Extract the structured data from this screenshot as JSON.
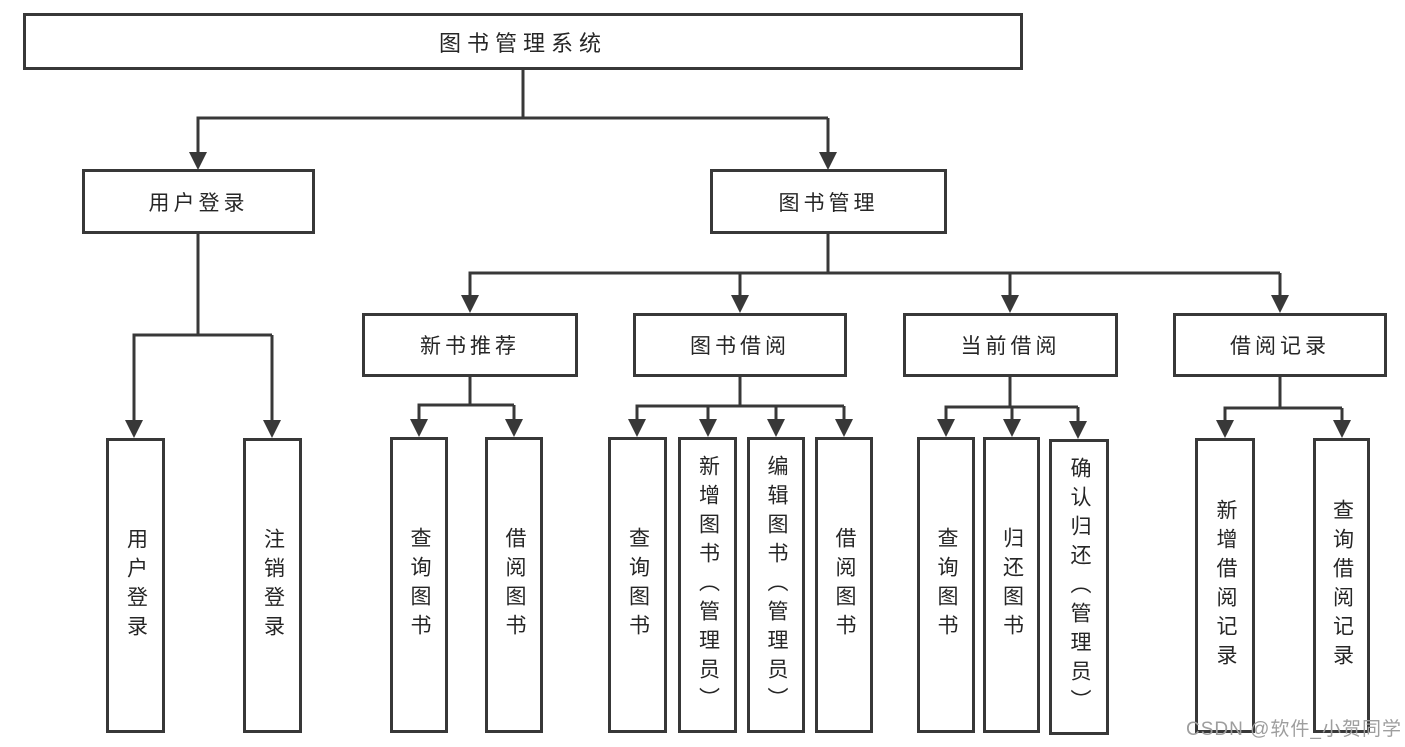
{
  "tree": {
    "root": {
      "label": "图书管理系统"
    },
    "children": [
      {
        "label": "用户登录",
        "children": [
          {
            "label": "用户登录"
          },
          {
            "label": "注销登录"
          }
        ]
      },
      {
        "label": "图书管理",
        "children": [
          {
            "label": "新书推荐",
            "children": [
              {
                "label": "查询图书"
              },
              {
                "label": "借阅图书"
              }
            ]
          },
          {
            "label": "图书借阅",
            "children": [
              {
                "label": "查询图书"
              },
              {
                "label": "新增图书（管理员）"
              },
              {
                "label": "编辑图书（管理员）"
              },
              {
                "label": "借阅图书"
              }
            ]
          },
          {
            "label": "当前借阅",
            "children": [
              {
                "label": "查询图书"
              },
              {
                "label": "归还图书"
              },
              {
                "label": "确认归还（管理员）"
              }
            ]
          },
          {
            "label": "借阅记录",
            "children": [
              {
                "label": "新增借阅记录"
              },
              {
                "label": "查询借阅记录"
              }
            ]
          }
        ]
      }
    ]
  },
  "watermark": {
    "text": "CSDN @软件_小贺同学"
  },
  "colors": {
    "line": "#383838",
    "border": "#383838",
    "text": "#262626",
    "watermark": "#9e9e9e",
    "background": "#ffffff"
  }
}
